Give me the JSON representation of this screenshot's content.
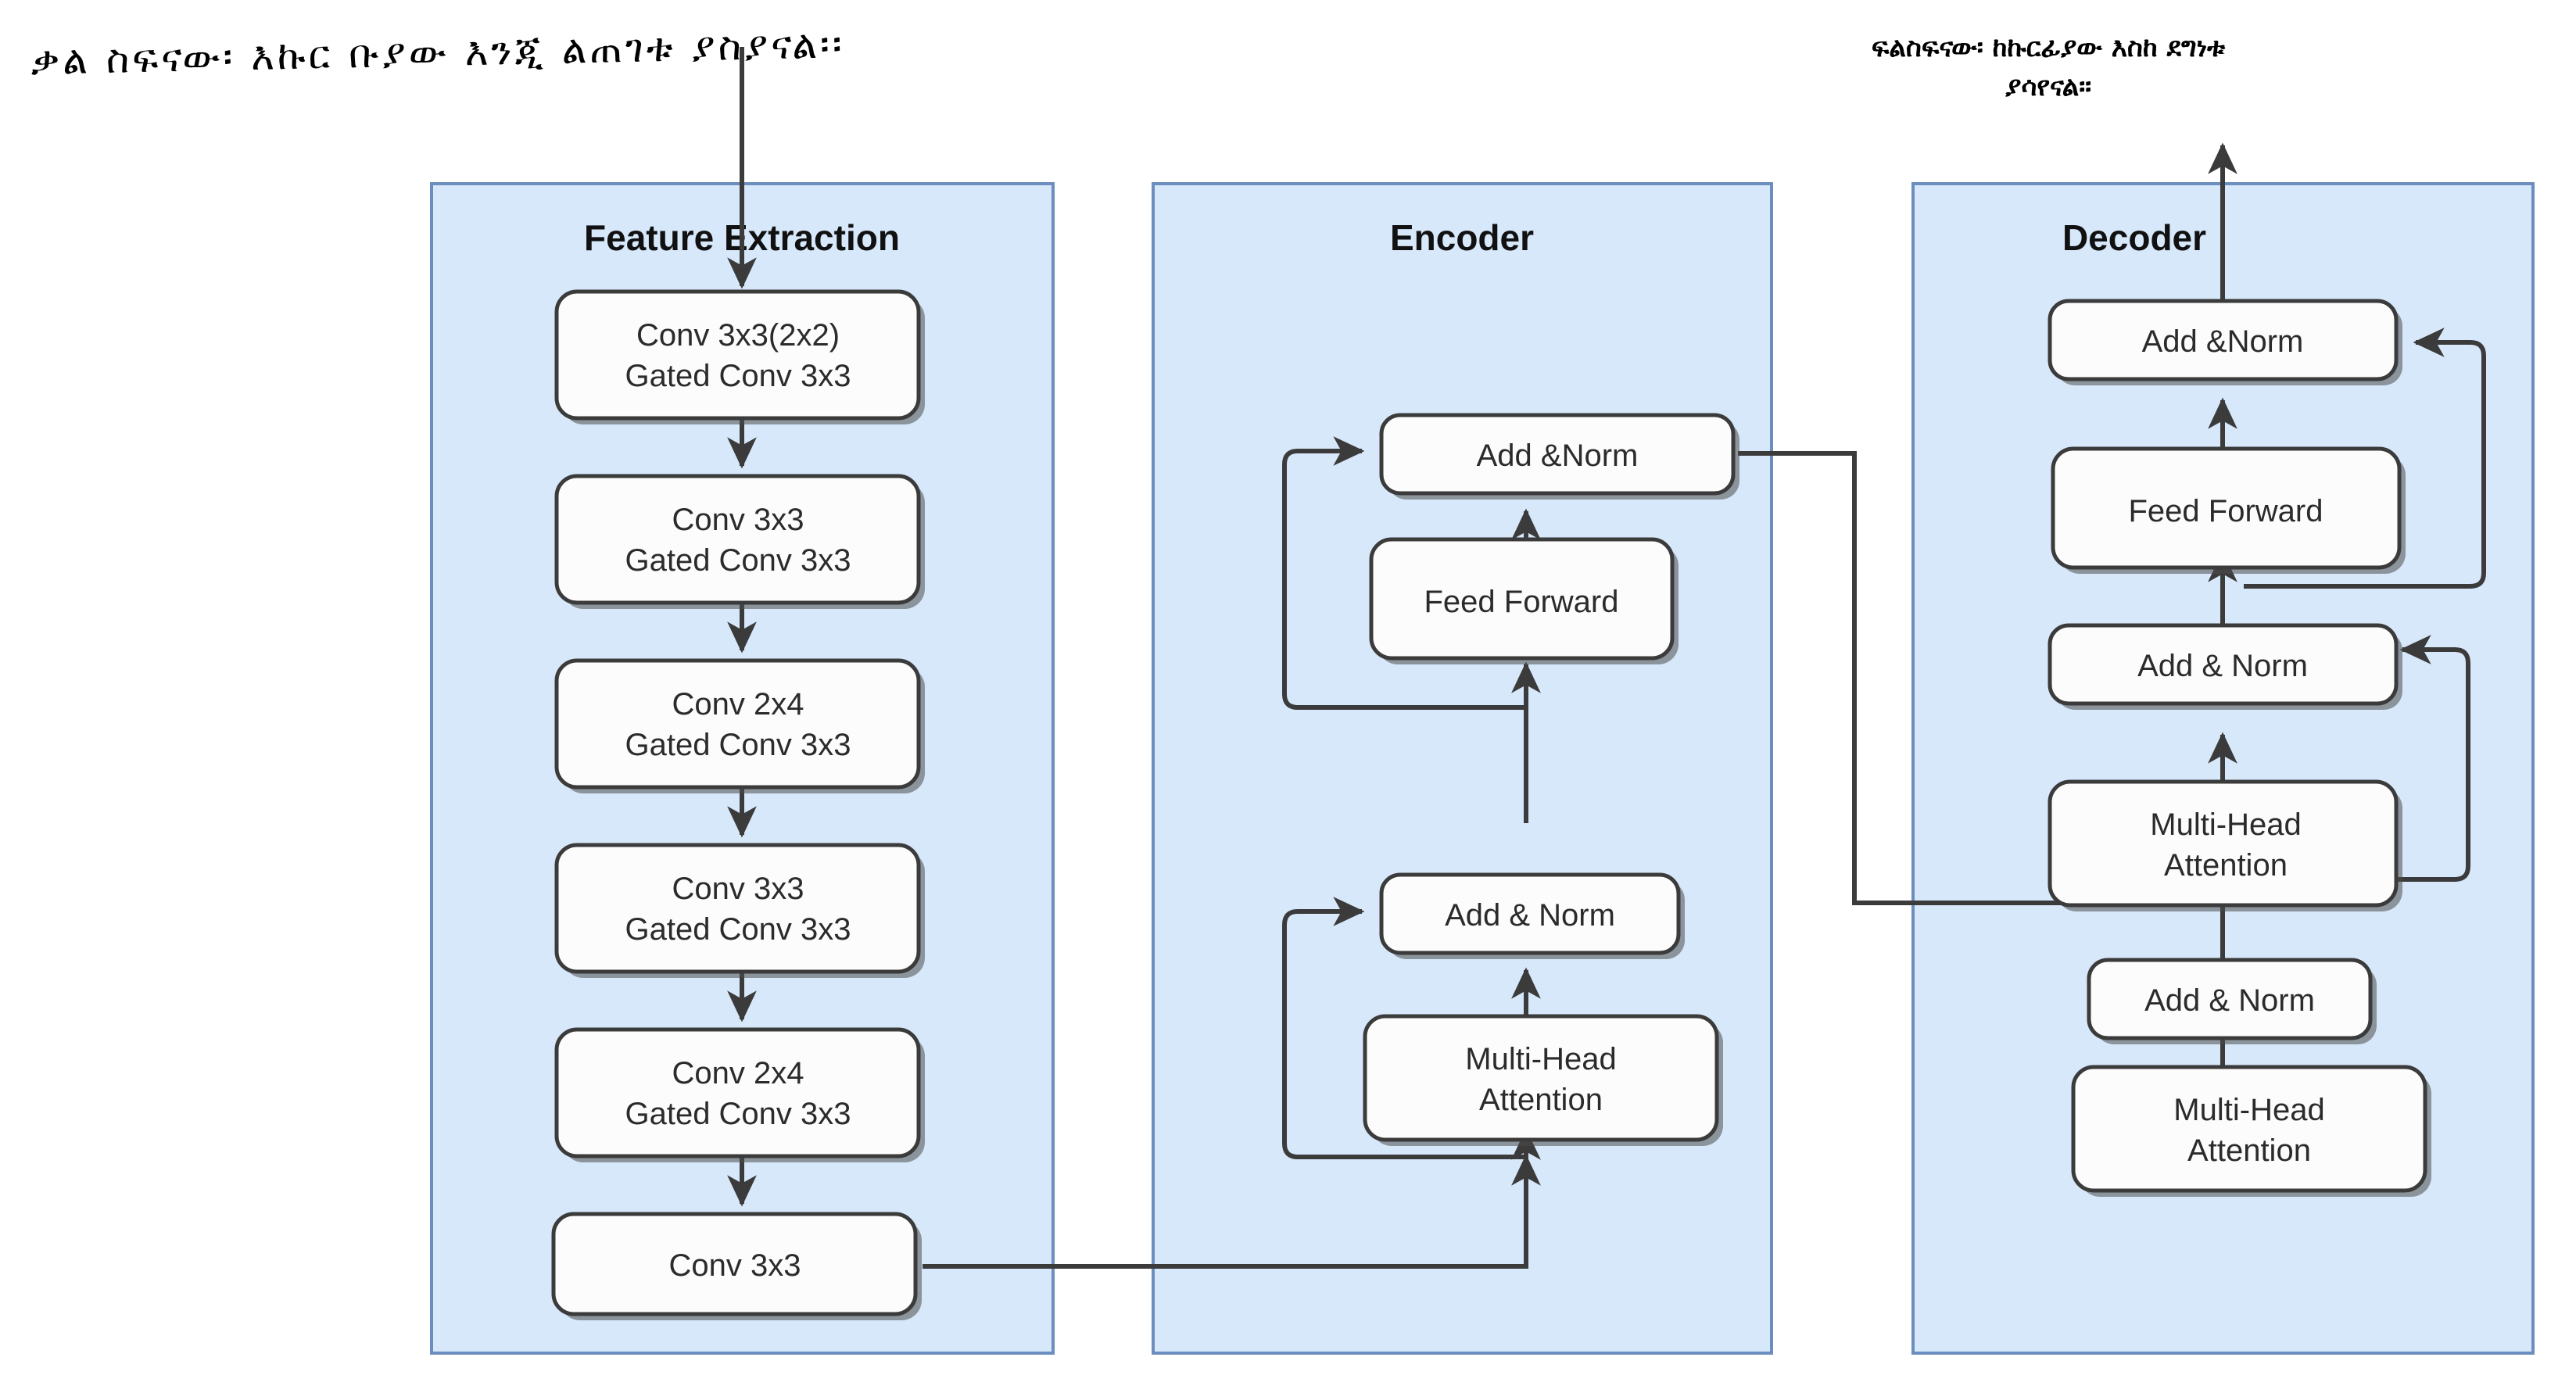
{
  "diagram": {
    "title_hidden": "",
    "colors": {
      "panel_fill": "#d7e8fb",
      "panel_stroke": "#6c8ebf",
      "node_fill": "#fcfcfc",
      "node_stroke": "#3b3b3b",
      "edge": "#3b3b3b",
      "text": "#2b2b2b",
      "background": "#ffffff"
    },
    "annotations": {
      "top_left_handwritten": "ቃል ስፍናው፡ እኩር ቡያው እንጂ ልጠገቱ ያስያናል፡፡",
      "top_right_line1": "ፍልስፍናው፡ ከኩርፊያው እስከ ደግነቱ",
      "top_right_line2": "ያሳየናል።"
    },
    "panels": [
      {
        "id": "feature-extraction",
        "title": "Feature Extraction",
        "nodes": [
          {
            "id": "fe-1",
            "lines": [
              "Conv 3x3(2x2)",
              "Gated Conv 3x3"
            ]
          },
          {
            "id": "fe-2",
            "lines": [
              "Conv 3x3",
              "Gated Conv 3x3"
            ]
          },
          {
            "id": "fe-3",
            "lines": [
              "Conv 2x4",
              "Gated Conv 3x3"
            ]
          },
          {
            "id": "fe-4",
            "lines": [
              "Conv 3x3",
              "Gated Conv 3x3"
            ]
          },
          {
            "id": "fe-5",
            "lines": [
              "Conv 2x4",
              "Gated Conv 3x3"
            ]
          },
          {
            "id": "fe-6",
            "lines": [
              "Conv 3x3"
            ]
          }
        ]
      },
      {
        "id": "encoder",
        "title": "Encoder",
        "nodes": [
          {
            "id": "enc-addnorm-top",
            "lines": [
              "Add &Norm"
            ]
          },
          {
            "id": "enc-feed-forward",
            "lines": [
              "Feed Forward"
            ]
          },
          {
            "id": "enc-addnorm-bottom",
            "lines": [
              "Add & Norm"
            ]
          },
          {
            "id": "enc-multi-head-attention",
            "lines": [
              "Multi-Head",
              "Attention"
            ]
          }
        ]
      },
      {
        "id": "decoder",
        "title": "Decoder",
        "nodes": [
          {
            "id": "dec-addnorm-top",
            "lines": [
              "Add &Norm"
            ]
          },
          {
            "id": "dec-feed-forward",
            "lines": [
              "Feed Forward"
            ]
          },
          {
            "id": "dec-addnorm-mid",
            "lines": [
              "Add & Norm"
            ]
          },
          {
            "id": "dec-multi-head-attention-cross",
            "lines": [
              "Multi-Head",
              "Attention"
            ]
          },
          {
            "id": "dec-addnorm-low",
            "lines": [
              "Add & Norm"
            ]
          },
          {
            "id": "dec-multi-head-attention-self",
            "lines": [
              "Multi-Head",
              "Attention"
            ]
          }
        ]
      }
    ]
  }
}
